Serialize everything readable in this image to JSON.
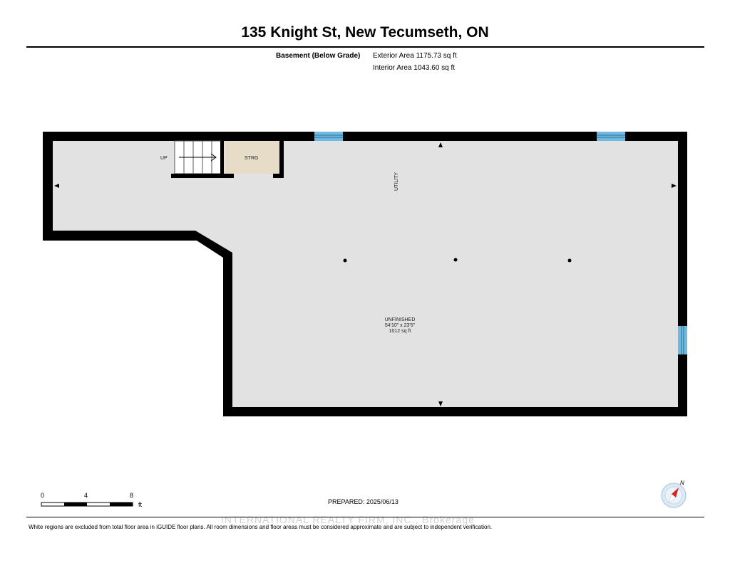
{
  "header": {
    "title": "135 Knight St, New Tecumseth, ON",
    "level": "Basement (Below Grade)",
    "exterior_area": "Exterior Area 1175.73 sq ft",
    "interior_area": "Interior Area 1043.60 sq ft"
  },
  "plan": {
    "stairs_label": "UP",
    "storage_label": "STRG",
    "utility_label": "UTILITY",
    "room_name": "UNFINISHED",
    "room_dims": "54'10\" x 23'5\"",
    "room_area": "1012 sq ft",
    "colors": {
      "wall": "#000000",
      "floor": "#e2e2e2",
      "storage": "#e6dcc8",
      "window": "#6fb8e0"
    }
  },
  "scale_bar": {
    "ticks": [
      "0",
      "4",
      "8"
    ],
    "unit": "ft"
  },
  "footer": {
    "prepared": "PREPARED: 2025/06/13",
    "watermark": "INTERNATIONAL REALTY FIRM, INC., Brokerage",
    "disclaimer": "White regions are excluded from total floor area in iGUIDE floor plans. All room dimensions and floor areas must be considered approximate and are subject to independent verification."
  },
  "compass": {
    "north_label": "N",
    "icon": "compass-icon"
  }
}
